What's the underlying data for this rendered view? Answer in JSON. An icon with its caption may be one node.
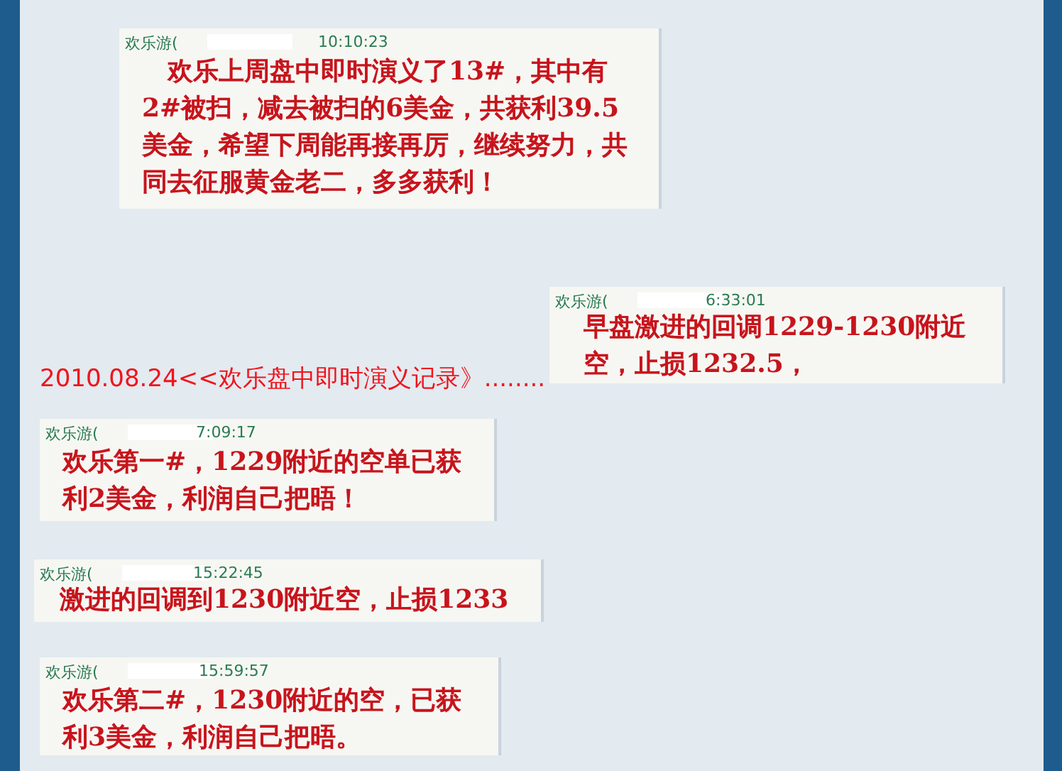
{
  "diagram": {
    "nodes": [
      {
        "text": [
          "欢乐游(",
          "10:10:23",
          "欢乐上周盘中即时演义了13#，其中有2#被扫，减去被扫的6美金，共获利39.5美金，希望下周能再接再厉，继续努力，共同去征服黄金老二，多多获利！"
        ]
      },
      {
        "text": [
          "欢乐游(",
          "6:33:01",
          "早盘激进的回调1229-1230附近空，止损1232.5，"
        ]
      },
      {
        "text": [
          "欢乐游(",
          "7:09:17",
          "欢乐第一#，1229附近的空单已获利2美金，利润自己把晤！"
        ]
      },
      {
        "text": [
          "欢乐游(",
          "15:22:45",
          "激进的回调到1230附近空，止损1233"
        ]
      },
      {
        "text": [
          "欢乐游(",
          "15:59:57",
          "欢乐第二#，1230附近的空，已获利3美金，利润自己把晤。"
        ]
      }
    ],
    "labels": [
      "2010.08.24<<欢乐盘中即时演义记录》........"
    ]
  }
}
